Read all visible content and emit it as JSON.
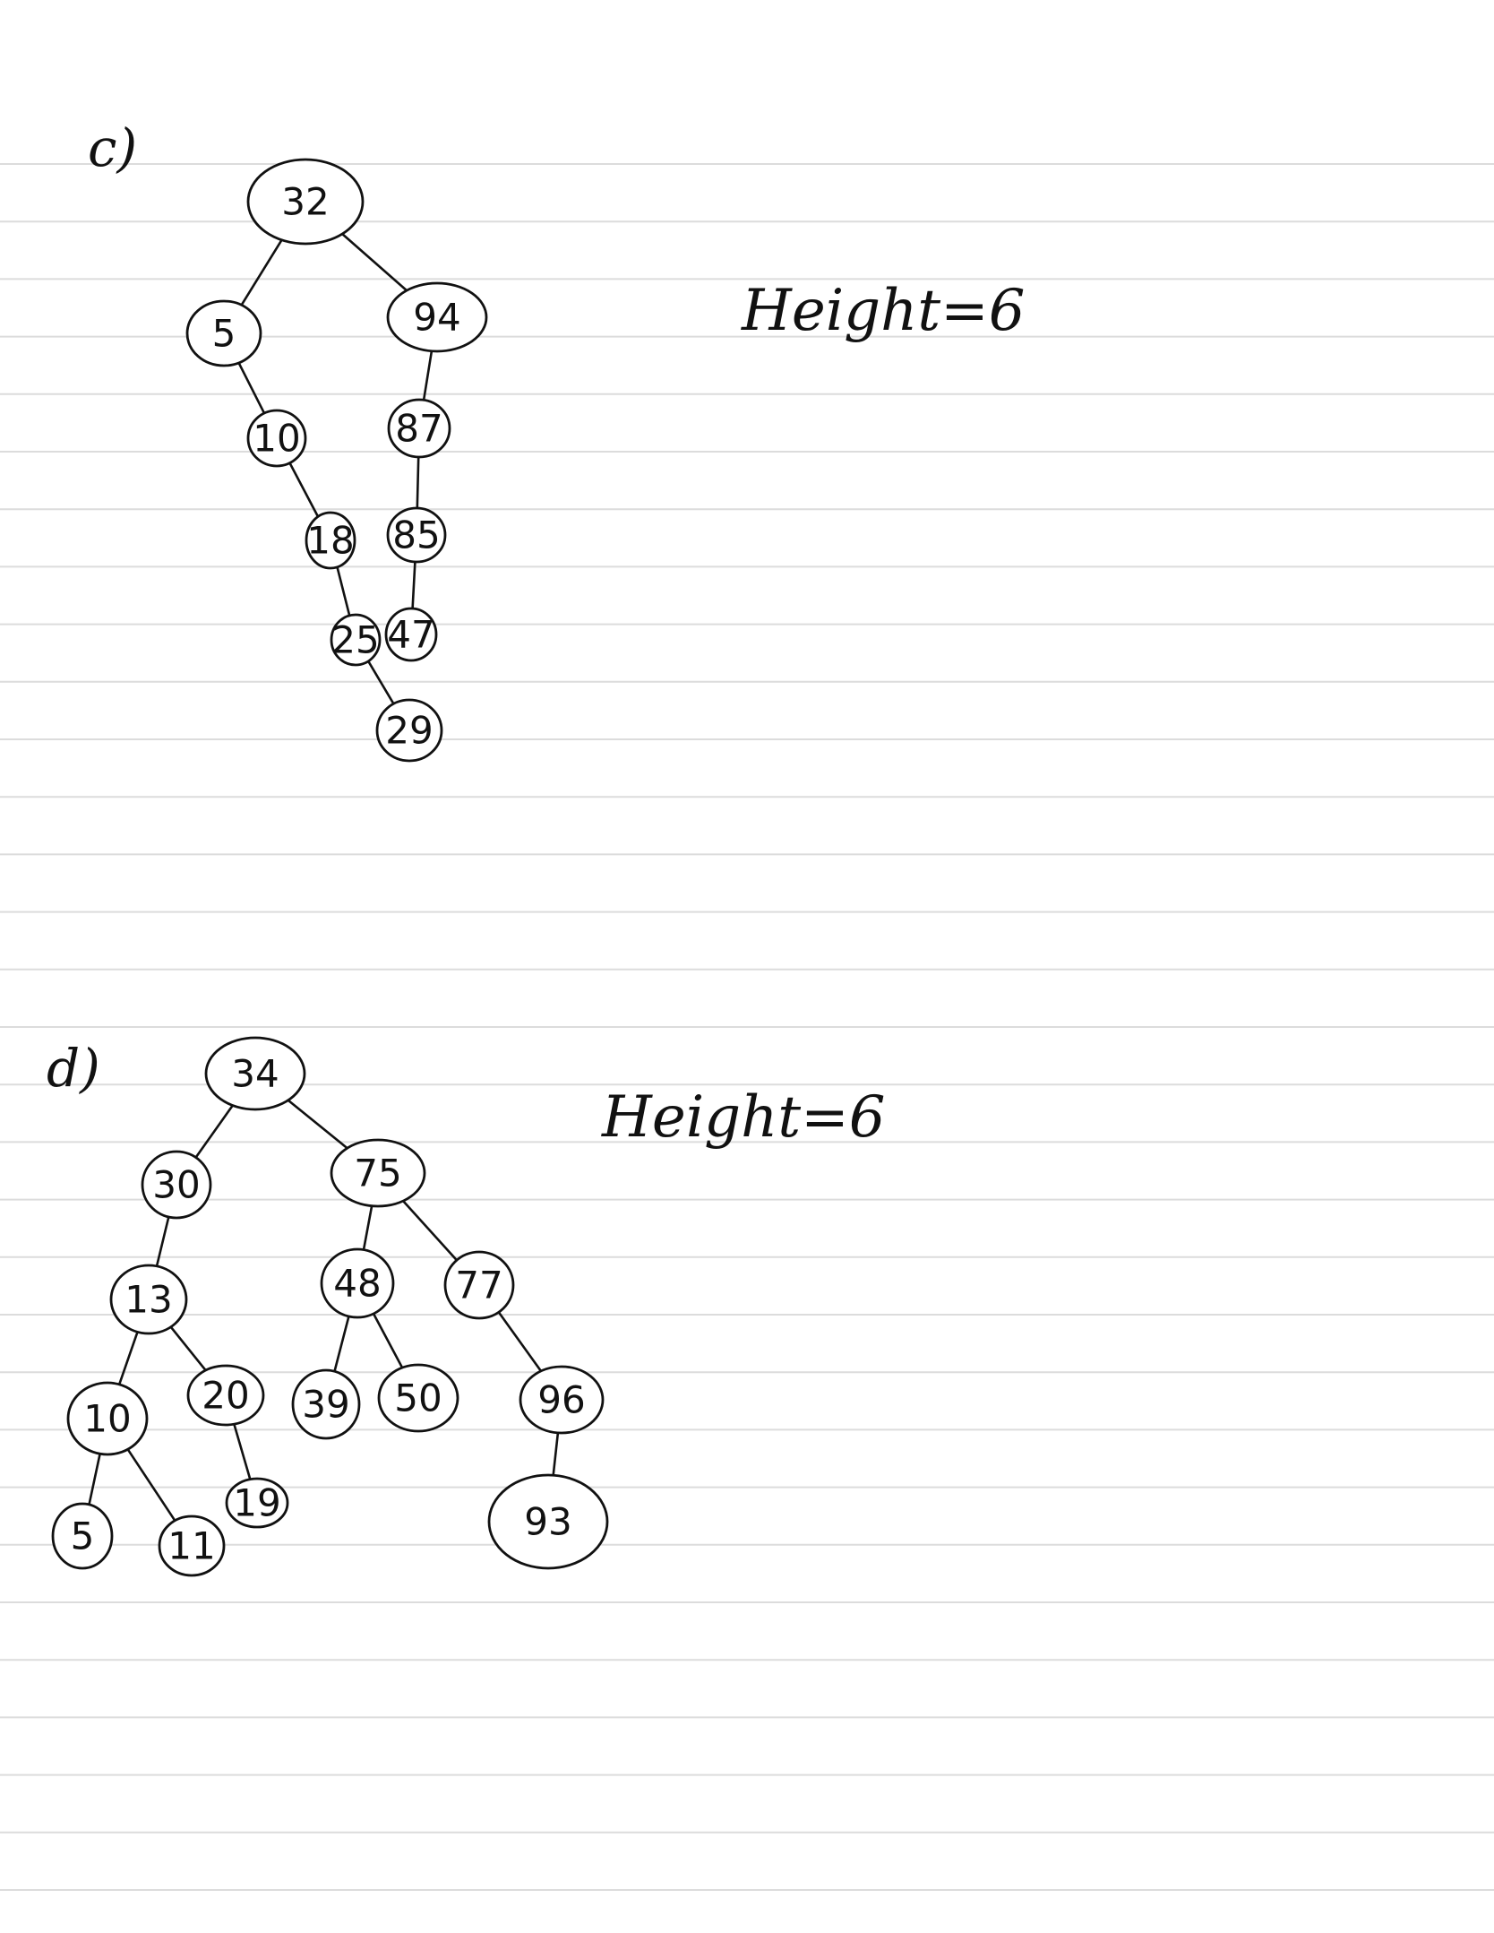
{
  "parts": [
    {
      "id": "c",
      "label": "c)",
      "height_text": "Height=6",
      "nodes": [
        {
          "id": "c32",
          "value": "32"
        },
        {
          "id": "c5",
          "value": "5"
        },
        {
          "id": "c94",
          "value": "94"
        },
        {
          "id": "c10",
          "value": "10"
        },
        {
          "id": "c87",
          "value": "87"
        },
        {
          "id": "c18",
          "value": "18"
        },
        {
          "id": "c85",
          "value": "85"
        },
        {
          "id": "c25",
          "value": "25"
        },
        {
          "id": "c47",
          "value": "47"
        },
        {
          "id": "c29",
          "value": "29"
        }
      ],
      "edges": [
        [
          "c32",
          "c5"
        ],
        [
          "c32",
          "c94"
        ],
        [
          "c5",
          "c10"
        ],
        [
          "c10",
          "c18"
        ],
        [
          "c18",
          "c25"
        ],
        [
          "c25",
          "c29"
        ],
        [
          "c94",
          "c87"
        ],
        [
          "c87",
          "c85"
        ],
        [
          "c85",
          "c47"
        ]
      ]
    },
    {
      "id": "d",
      "label": "d)",
      "height_text": "Height=6",
      "nodes": [
        {
          "id": "d34",
          "value": "34"
        },
        {
          "id": "d30",
          "value": "30"
        },
        {
          "id": "d75",
          "value": "75"
        },
        {
          "id": "d13",
          "value": "13"
        },
        {
          "id": "d48",
          "value": "48"
        },
        {
          "id": "d77",
          "value": "77"
        },
        {
          "id": "d10",
          "value": "10"
        },
        {
          "id": "d20",
          "value": "20"
        },
        {
          "id": "d39",
          "value": "39"
        },
        {
          "id": "d50",
          "value": "50"
        },
        {
          "id": "d96",
          "value": "96"
        },
        {
          "id": "d5",
          "value": "5"
        },
        {
          "id": "d11",
          "value": "11"
        },
        {
          "id": "d19",
          "value": "19"
        },
        {
          "id": "d93",
          "value": "93"
        }
      ],
      "edges": [
        [
          "d34",
          "d30"
        ],
        [
          "d34",
          "d75"
        ],
        [
          "d30",
          "d13"
        ],
        [
          "d13",
          "d10"
        ],
        [
          "d13",
          "d20"
        ],
        [
          "d10",
          "d5"
        ],
        [
          "d10",
          "d11"
        ],
        [
          "d20",
          "d19"
        ],
        [
          "d75",
          "d48"
        ],
        [
          "d75",
          "d77"
        ],
        [
          "d48",
          "d39"
        ],
        [
          "d48",
          "d50"
        ],
        [
          "d77",
          "d96"
        ],
        [
          "d96",
          "d93"
        ]
      ]
    }
  ]
}
